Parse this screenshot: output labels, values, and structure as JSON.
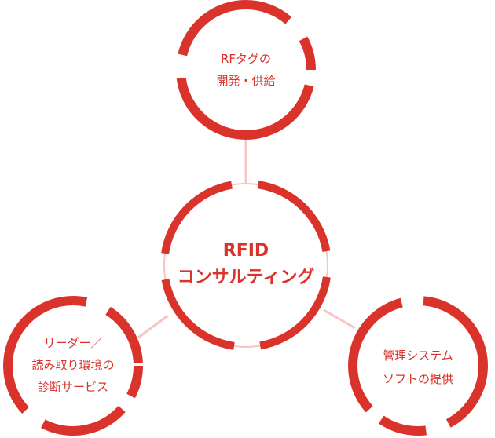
{
  "colors": {
    "accent": "#d9332b",
    "connector": "#f5c6c3",
    "background": "#ffffff"
  },
  "center": {
    "line1": "RFID",
    "line2": "コンサルティング"
  },
  "nodes": {
    "top": {
      "line1": "RFタグの",
      "line2": "開発・供給"
    },
    "left": {
      "line1": "リーダー／",
      "line2": "読み取り環境の",
      "line3": "診断サービス"
    },
    "right": {
      "line1": "管理システム",
      "line2": "ソフトの提供"
    }
  }
}
